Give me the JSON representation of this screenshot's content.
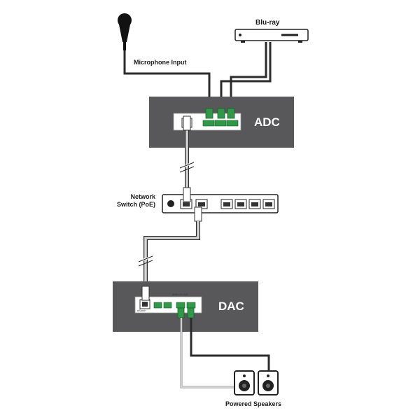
{
  "labels": {
    "bluray": "Blu-ray",
    "microphone": "Microphone Input",
    "switch_line1": "Network",
    "switch_line2": "Switch (PoE)",
    "adc": "ADC",
    "dac": "DAC",
    "speakers": "Powered Speakers",
    "dac_brand": "dSonic",
    "dac_analog_out": "ANALOG OUT"
  },
  "colors": {
    "panel": "#58585a",
    "connector_green": "#2e9a48",
    "cable_dark": "#2b2b2b",
    "cable_light": "#c9c9c9"
  },
  "icons": {
    "microphone": "microphone-icon",
    "bluray": "bluray-player-icon",
    "speakers": "speaker-icon",
    "switch": "network-switch-icon"
  }
}
